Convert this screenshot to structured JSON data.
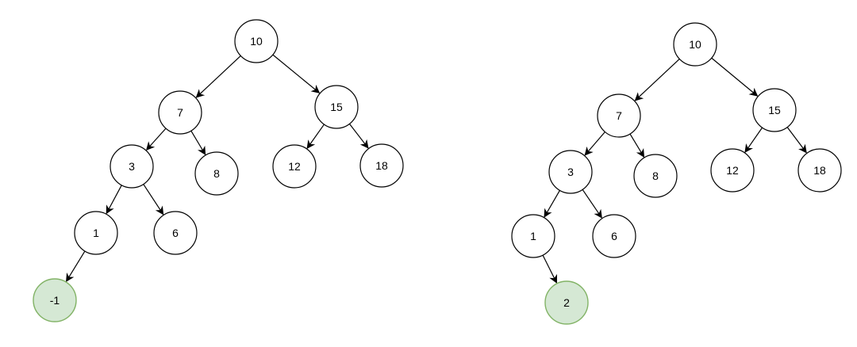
{
  "trees": [
    {
      "name": "left-tree",
      "nodes": [
        {
          "id": "n10",
          "label": "10"
        },
        {
          "id": "n7",
          "label": "7"
        },
        {
          "id": "n15",
          "label": "15"
        },
        {
          "id": "n3",
          "label": "3"
        },
        {
          "id": "n8",
          "label": "8"
        },
        {
          "id": "n12",
          "label": "12"
        },
        {
          "id": "n18",
          "label": "18"
        },
        {
          "id": "n1",
          "label": "1"
        },
        {
          "id": "n6",
          "label": "6"
        },
        {
          "id": "nm1",
          "label": "-1",
          "highlight": true
        }
      ],
      "edges": [
        [
          "n10",
          "n7"
        ],
        [
          "n10",
          "n15"
        ],
        [
          "n7",
          "n3"
        ],
        [
          "n7",
          "n8"
        ],
        [
          "n15",
          "n12"
        ],
        [
          "n15",
          "n18"
        ],
        [
          "n3",
          "n1"
        ],
        [
          "n3",
          "n6"
        ],
        [
          "n1",
          "nm1"
        ]
      ]
    },
    {
      "name": "right-tree",
      "nodes": [
        {
          "id": "n10",
          "label": "10"
        },
        {
          "id": "n7",
          "label": "7"
        },
        {
          "id": "n15",
          "label": "15"
        },
        {
          "id": "n3",
          "label": "3"
        },
        {
          "id": "n8",
          "label": "8"
        },
        {
          "id": "n12",
          "label": "12"
        },
        {
          "id": "n18",
          "label": "18"
        },
        {
          "id": "n1",
          "label": "1"
        },
        {
          "id": "n6",
          "label": "6"
        },
        {
          "id": "n2",
          "label": "2",
          "highlight": true
        }
      ],
      "edges": [
        [
          "n10",
          "n7"
        ],
        [
          "n10",
          "n15"
        ],
        [
          "n7",
          "n3"
        ],
        [
          "n7",
          "n8"
        ],
        [
          "n15",
          "n12"
        ],
        [
          "n15",
          "n18"
        ],
        [
          "n3",
          "n1"
        ],
        [
          "n3",
          "n6"
        ],
        [
          "n1",
          "n2"
        ]
      ]
    }
  ],
  "colors": {
    "highlight_fill": "#d5e8d4",
    "highlight_stroke": "#82b366",
    "node_fill": "#ffffff",
    "node_stroke": "#000000"
  }
}
